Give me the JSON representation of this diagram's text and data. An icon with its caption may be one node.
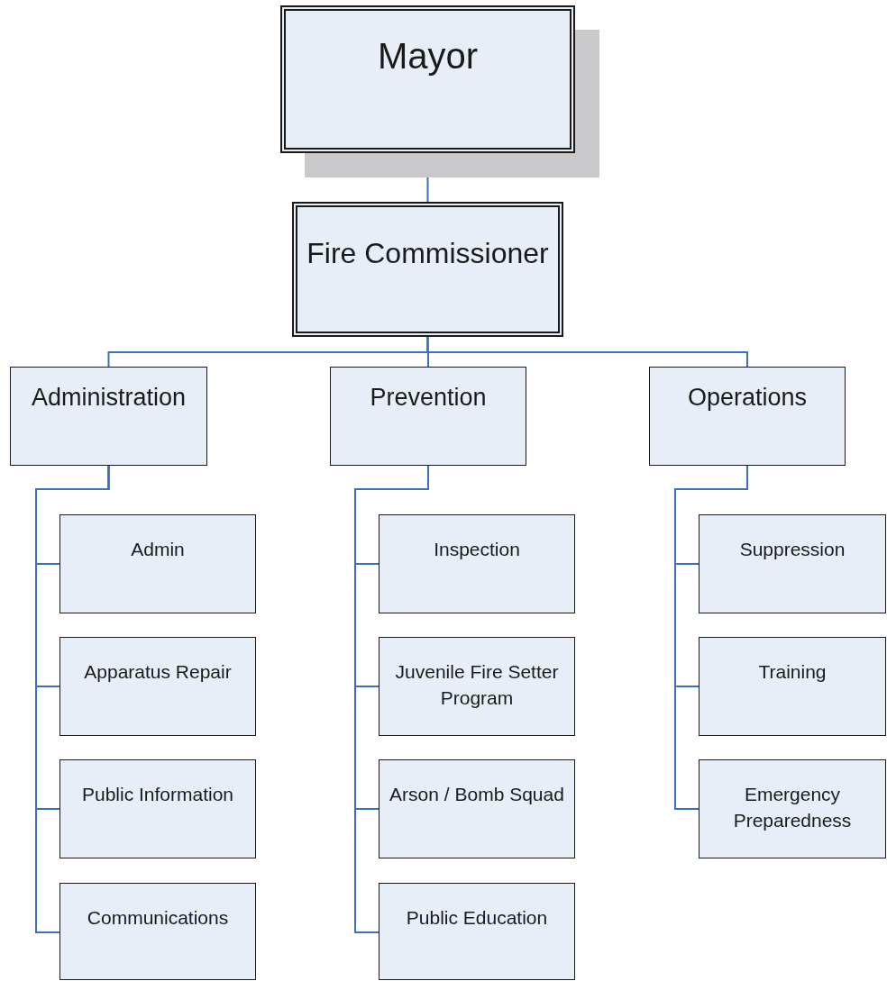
{
  "diagram": {
    "nodes": [
      {
        "text": [
          "Mayor"
        ]
      },
      {
        "text": [
          "Fire Commissioner"
        ]
      },
      {
        "text": [
          "Administration"
        ]
      },
      {
        "text": [
          "Prevention"
        ]
      },
      {
        "text": [
          "Operations"
        ]
      },
      {
        "text": [
          "Admin"
        ]
      },
      {
        "text": [
          "Apparatus Repair"
        ]
      },
      {
        "text": [
          "Public Information"
        ]
      },
      {
        "text": [
          "Communications"
        ]
      },
      {
        "text": [
          "Inspection"
        ]
      },
      {
        "text": [
          "Juvenile Fire Setter Program"
        ]
      },
      {
        "text": [
          "Arson / Bomb Squad"
        ]
      },
      {
        "text": [
          "Public Education"
        ]
      },
      {
        "text": [
          "Suppression"
        ]
      },
      {
        "text": [
          "Training"
        ]
      },
      {
        "text": [
          "Emergency Preparedness"
        ]
      }
    ],
    "edges": [
      {
        "from": 0,
        "to": 1,
        "arrow": "none"
      },
      {
        "from": 1,
        "to": 2,
        "arrow": "none"
      },
      {
        "from": 1,
        "to": 3,
        "arrow": "none"
      },
      {
        "from": 1,
        "to": 4,
        "arrow": "none"
      },
      {
        "from": 2,
        "to": 5,
        "arrow": "none"
      },
      {
        "from": 2,
        "to": 6,
        "arrow": "none"
      },
      {
        "from": 2,
        "to": 7,
        "arrow": "none"
      },
      {
        "from": 2,
        "to": 8,
        "arrow": "none"
      },
      {
        "from": 3,
        "to": 9,
        "arrow": "none"
      },
      {
        "from": 3,
        "to": 10,
        "arrow": "none"
      },
      {
        "from": 3,
        "to": 11,
        "arrow": "none"
      },
      {
        "from": 3,
        "to": 12,
        "arrow": "none"
      },
      {
        "from": 4,
        "to": 13,
        "arrow": "none"
      },
      {
        "from": 4,
        "to": 14,
        "arrow": "none"
      },
      {
        "from": 4,
        "to": 15,
        "arrow": "none"
      }
    ]
  }
}
